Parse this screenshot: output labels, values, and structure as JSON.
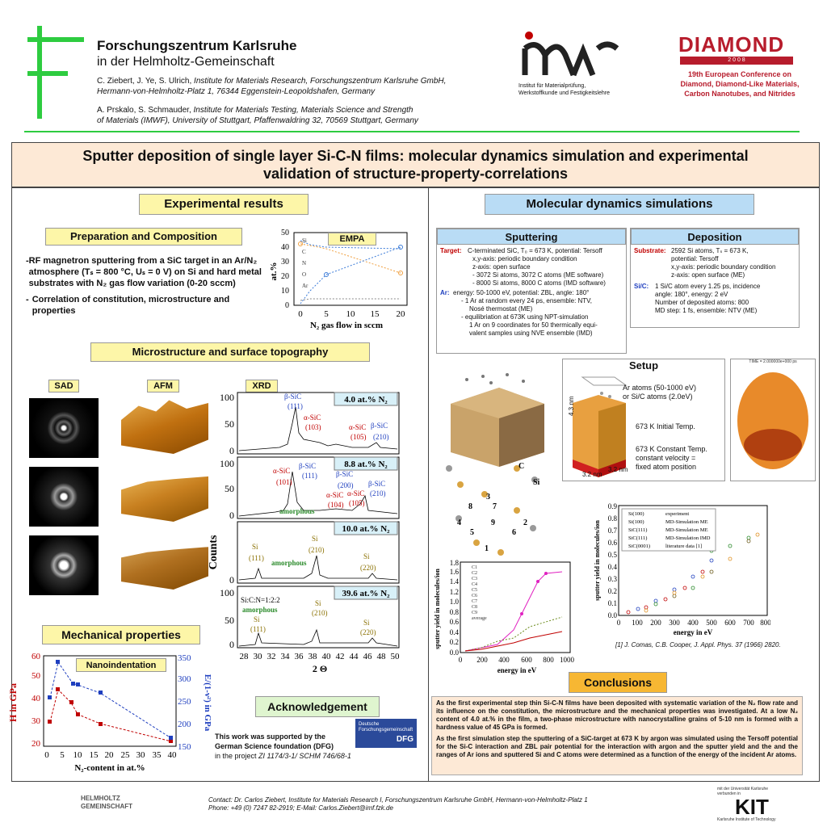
{
  "header": {
    "org_name": "Forschungszentrum Karlsruhe",
    "org_sub": "in der Helmholtz-Gemeinschaft",
    "authors1_names": "C. Ziebert, J. Ye, S. Ulrich,",
    "authors1_inst": "Institute for Materials Research, Forschungszentrum Karlsruhe GmbH,",
    "authors1_addr": "Hermann-von-Helmholtz-Platz 1, 76344 Eggenstein-Leopoldshafen, Germany",
    "authors2_names": "A. Prskalo, S. Schmauder,",
    "authors2_inst": "Institute for Materials Testing, Materials Science and Strength",
    "authors2_addr": "of Materials (IMWF), University of Stuttgart, Pfaffenwaldring 32, 70569 Stuttgart, Germany",
    "imwf_logo": "imwf",
    "imwf_text1": "Institut für Materialprüfung,",
    "imwf_text2": "Werkstoffkunde und Festigkeitslehre",
    "diamond_logo": "DIAMOND",
    "diamond_year": "2 0 0 8",
    "diamond_conf1": "19th European Conference on",
    "diamond_conf2": "Diamond, Diamond-Like Materials,",
    "diamond_conf3": "Carbon Nanotubes, and Nitrides"
  },
  "title_line1": "Sputter deposition of single layer Si-C-N films: molecular dynamics simulation and experimental",
  "title_line2": "validation of structure-property-correlations",
  "left": {
    "section": "Experimental results",
    "prep_title": "Preparation and Composition",
    "prep_b1": "RF magnetron sputtering from a SiC target in an Ar/N₂ atmosphere (Tₛ = 800 °C, Uₛ = 0 V) on Si and hard metal substrates with N₂ gas flow variation (0-20 sccm)",
    "prep_b2": "Correlation of constitution, microstructure and properties",
    "empa_tag": "EMPA",
    "empa_ylabel": "at.%",
    "empa_xlabel": "N₂ gas flow in sccm",
    "empa_xticks": [
      "0",
      "5",
      "10",
      "15",
      "20"
    ],
    "empa_yticks": [
      "0",
      "10",
      "20",
      "30",
      "40",
      "50"
    ],
    "empa_legend": [
      "Si",
      "C",
      "N",
      "O",
      "Ar"
    ],
    "micro_title": "Microstructure and surface topography",
    "sad_tag": "SAD",
    "afm_tag": "AFM",
    "xrd_tag": "XRD",
    "xrd_ylabel": "Counts",
    "xrd_xlabel": "2 Θ",
    "xrd_xticks": [
      "28",
      "30",
      "32",
      "34",
      "36",
      "38",
      "40",
      "42",
      "44",
      "46",
      "48",
      "50"
    ],
    "xrd_panels": [
      {
        "label": "4.0 at.% N₂",
        "yticks": [
          "0",
          "50",
          "100"
        ]
      },
      {
        "label": "8.8 at.% N₂",
        "yticks": [
          "0",
          "50",
          "100"
        ]
      },
      {
        "label": "10.0 at.% N₂",
        "yticks": [
          "0",
          "50",
          "100"
        ]
      },
      {
        "label": "39.6 at.% N₂",
        "yticks": [
          "0",
          "50",
          "100"
        ]
      }
    ],
    "xrd_p1": {
      "a": "β-SiC",
      "a2": "(111)",
      "b": "α-SiC",
      "b2": "(103)",
      "c": "α-SiC",
      "c2": "(105)",
      "d": "β-SiC",
      "d2": "(210)"
    },
    "xrd_p2": {
      "a": "α-SiC",
      "a2": "(101)",
      "b": "β-SiC",
      "b2": "(111)",
      "c": "β-SiC",
      "c2": "(200)",
      "d": "α-SiC",
      "d2": "(104)",
      "e": "α-SiC",
      "e2": "(105)",
      "f": "β-SiC",
      "f2": "(210)",
      "g": "amorphous"
    },
    "xrd_p3": {
      "a": "Si",
      "a2": "(111)",
      "b": "Si",
      "b2": "(210)",
      "c": "amorphous",
      "d": "Si",
      "d2": "(220)"
    },
    "xrd_p4": {
      "a": "Si:C:N=1:2:2",
      "b": "amorphous",
      "c": "Si",
      "c2": "(111)",
      "d": "Si",
      "d2": "(210)",
      "e": "Si",
      "e2": "(220)"
    },
    "mech_title": "Mechanical properties",
    "nano_tag": "Nanoindentation",
    "mech_ylabel_left": "H in GPa",
    "mech_ylabel_right": "E/(1-ν²) in GPa",
    "mech_xlabel": "N₂-content in at.%",
    "mech_xticks": [
      "0",
      "5",
      "10",
      "15",
      "20",
      "25",
      "30",
      "35",
      "40"
    ],
    "mech_yticks_left": [
      "20",
      "30",
      "40",
      "50",
      "60"
    ],
    "mech_yticks_right": [
      "150",
      "200",
      "250",
      "300",
      "350"
    ],
    "ack_title": "Acknowledgement",
    "ack_line1": "This work was supported by the",
    "ack_line2": "German Science foundation (DFG)",
    "ack_line3_pre": "in the project",
    "ack_line3_it": "ZI 1174/3-1/ SCHM 746/68-1",
    "dfg_text1": "Deutsche",
    "dfg_text2": "Forschungsgemeinschaft",
    "dfg_logo": "DFG"
  },
  "right": {
    "section": "Molecular dynamics simulations",
    "sputtering_title": "Sputtering",
    "deposition_title": "Deposition",
    "sp_target_label": "Target:",
    "sp_target_lines": [
      "C-terminated SiC, T₀ = 673 K, potential: Tersoff",
      "x,y-axis: periodic boundary condition",
      "z-axis: open surface",
      "- 3072 Si atoms, 3072 C atoms (ME software)",
      "- 8000 Si atoms, 8000 C atoms (IMD software)"
    ],
    "sp_ar_label": "Ar:",
    "sp_ar_lines": [
      "energy: 50-1000 eV, potential: ZBL, angle: 180°",
      "- 1 Ar at random every 24 ps, ensemble: NTV,",
      "Nosé thermostat (ME)",
      "- equilibriation at 673K using NPT-simulation",
      "1 Ar on 9 coordinates for 50 thermically equi-",
      "valent samples using NVE ensemble (IMD)"
    ],
    "dep_sub_label": "Substrate:",
    "dep_sub_lines": [
      "2592 Si atoms, Tₛ = 673 K,",
      "potential: Tersoff",
      "x,y-axis: periodic boundary condition",
      "z-axis: open surface (ME)"
    ],
    "dep_sic_label": "Si/C:",
    "dep_sic_lines": [
      "1 Si/C atom every 1.25 ps, incidence",
      "angle: 180°, energy: 2 eV",
      "Number of deposited atoms: 800",
      "MD step: 1 fs, ensemble: NTV (ME)"
    ],
    "setup_title": "Setup",
    "setup_ar": "Ar atoms (50-1000 eV)",
    "setup_ar2": "or Si/C atoms (2.0eV)",
    "setup_initial": "673 K Initial Temp.",
    "setup_const": "673 K Constant Temp.",
    "setup_const2": "constant velocity =",
    "setup_const3": "fixed atom position",
    "setup_dim_h": "4.3 nm",
    "setup_dim_w1": "3.2 nm",
    "setup_dim_w2": "3.2 nm",
    "time_label": "TIME = 2.000000e+000 ps",
    "atom_c": "C",
    "atom_si": "Si",
    "coord_numbers": [
      "1",
      "2",
      "3",
      "4",
      "5",
      "6",
      "7",
      "8",
      "9"
    ],
    "chart_left_ylabel": "sputter yield in molecules/ion",
    "chart_left_xlabel": "energy in eV",
    "chart_left_xticks": [
      "0",
      "200",
      "400",
      "600",
      "800",
      "1000"
    ],
    "chart_left_yticks": [
      "0.0",
      "0.2",
      "0.4",
      "0.6",
      "0.8",
      "1.0",
      "1.2",
      "1.4",
      "1.6",
      "1.8"
    ],
    "chart_left_legend": [
      "C1",
      "C2",
      "C3",
      "C4",
      "C5",
      "C6",
      "C7",
      "C8",
      "C9",
      "average"
    ],
    "chart_right_ylabel": "sputter yield in molecules/ion",
    "chart_right_xlabel": "energy in eV",
    "chart_right_xticks": [
      "0",
      "100",
      "200",
      "300",
      "400",
      "500",
      "600",
      "700",
      "800"
    ],
    "chart_right_yticks": [
      "0.0",
      "0.1",
      "0.2",
      "0.3",
      "0.4",
      "0.5",
      "0.6",
      "0.7",
      "0.8",
      "0.9"
    ],
    "chart_right_legend": [
      {
        "key": "Si(100)",
        "desc": "experiment"
      },
      {
        "key": "Si(100)",
        "desc": "MD-Simulation ME"
      },
      {
        "key": "SiC(111)",
        "desc": "MD-Simulation ME"
      },
      {
        "key": "SiC(111)",
        "desc": "MD-Simulation IMD"
      },
      {
        "key": "SiC(0001)",
        "desc": "literature data [1]"
      }
    ],
    "reference": "[1] J. Comas, C.B. Cooper, J. Appl. Phys. 37 (1966) 2820.",
    "conclusions_title": "Conclusions",
    "conclusion1": "As the first experimental step thin Si-C-N films have been deposited with systematic variation of the N₂ flow rate and its influence on the constitution, the microstructure and the mechanical properties was investigated. At a low N₂ content of 4.0 at.% in the film, a two-phase microstructure with nanocrystalline grains of 5-10 nm is formed with a hardness value of 45 GPa is formed.",
    "conclusion2": "As the first simulation step the sputtering of a SiC-target at 673 K by argon was simulated using the Tersoff potential for the Si-C interaction and ZBL pair potential for the interaction with argon and the sputter yield and the and the ranges of Ar ions and sputtered Si and C atoms were determined as a function of the energy of the incident Ar atoms."
  },
  "footer": {
    "helmholtz1": "HELMHOLTZ",
    "helmholtz2": "GEMEINSCHAFT",
    "contact1": "Contact: Dr. Carlos Ziebert, Institute for Materials Research I, Forschungszentrum Karlsruhe GmbH, Hermann-von-Helmholtz-Platz 1",
    "contact2": "Phone: +49 (0) 7247 82-2919; E-Mail: Carlos.Ziebert@imf.fzk.de",
    "kit_small1": "mit der Universität Karlsruhe",
    "kit_small2": "verbunden in",
    "kit_logo": "KIT",
    "kit_sub": "Karlsruhe Institute of Technology"
  },
  "colors": {
    "green": "#2ecc40",
    "title_bg": "#fde9d6",
    "yellow": "#fdf6a8",
    "blue": "#b9dcf5",
    "orange": "#f7b733",
    "red_text": "#c00000",
    "blue_text": "#1f3fbf"
  }
}
